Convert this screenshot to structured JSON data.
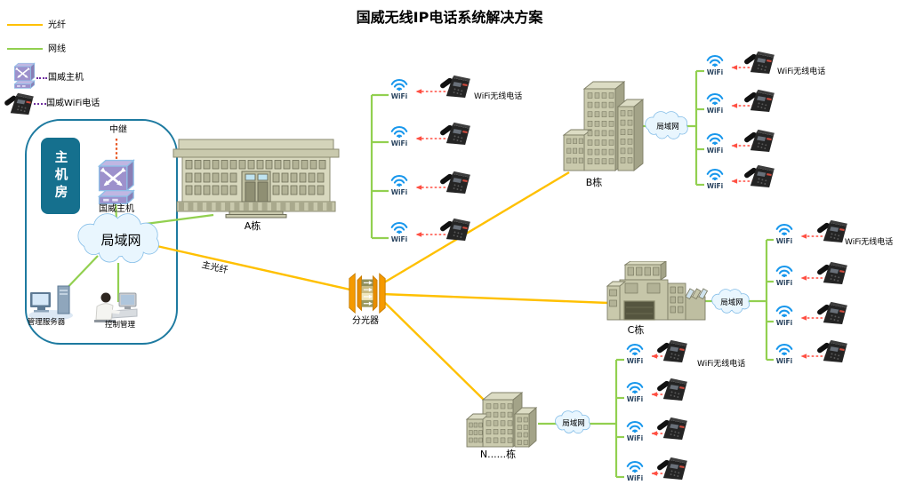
{
  "title": "国威无线IP电话系统解决方案",
  "legend": {
    "fiber_label": "光纤",
    "lan_cable_label": "网线",
    "host_label": "国威主机",
    "wifi_phone_label": "国威WiFi电话"
  },
  "machine_room": {
    "room_label": "主机房",
    "relay_label": "中继",
    "host_label": "国威主机",
    "lan_cloud_label": "局域网",
    "server_label": "管理服务器",
    "control_label": "控制管理"
  },
  "backbone": {
    "main_fiber_label": "主光纤",
    "splitter_label": "分光器"
  },
  "buildings": {
    "a": {
      "label": "A栋"
    },
    "b": {
      "label": "B栋",
      "lan_cloud_label": "局域网"
    },
    "c": {
      "label": "C栋",
      "lan_cloud_label": "局域网"
    },
    "n": {
      "label": "N......栋",
      "lan_cloud_label": "局域网"
    }
  },
  "wifi_clusters": {
    "ap_label": "WiFi",
    "phone_callout_label": "WiFi无线电话",
    "ap_per_cluster": 4,
    "cluster_count": 4
  },
  "colors": {
    "fiber": "#FFC000",
    "lan_cable": "#92D050",
    "phone_arrow": "#FF4F42",
    "legend_dotted": "#7030A0",
    "relay_dotted": "#E8541E",
    "room_box": "#15708E",
    "wifi_icon": "#1897EC"
  }
}
